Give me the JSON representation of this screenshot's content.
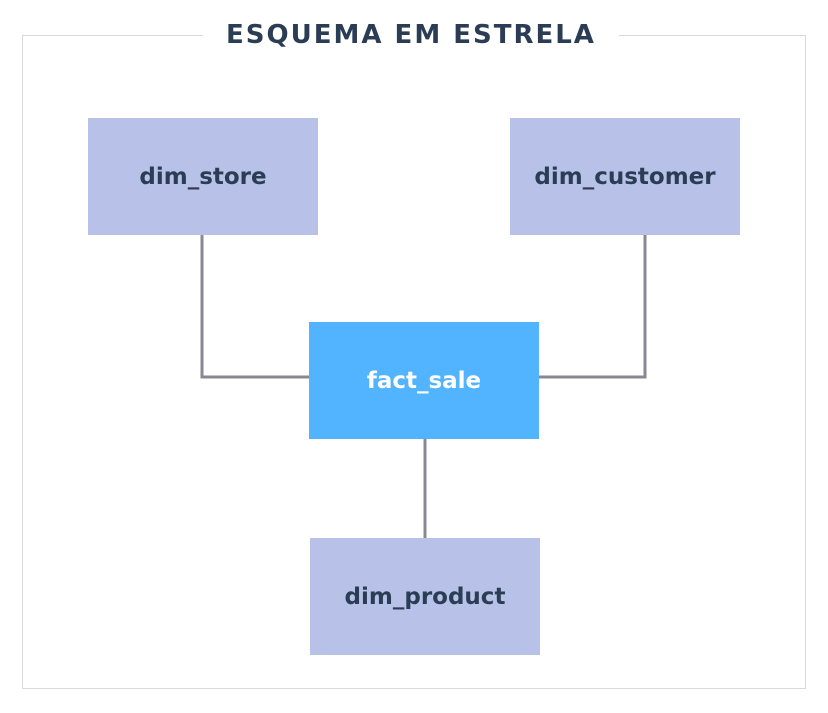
{
  "diagram": {
    "title": "ESQUEMA EM ESTRELA",
    "colors": {
      "dimension_fill": "#b8c2e8",
      "fact_fill": "#52b4ff",
      "text_dark": "#2b3d55",
      "connector": "#8a8795"
    },
    "nodes": {
      "store": "dim_store",
      "customer": "dim_customer",
      "fact": "fact_sale",
      "product": "dim_product"
    },
    "edges": [
      [
        "fact_sale",
        "dim_store"
      ],
      [
        "fact_sale",
        "dim_customer"
      ],
      [
        "fact_sale",
        "dim_product"
      ]
    ]
  }
}
